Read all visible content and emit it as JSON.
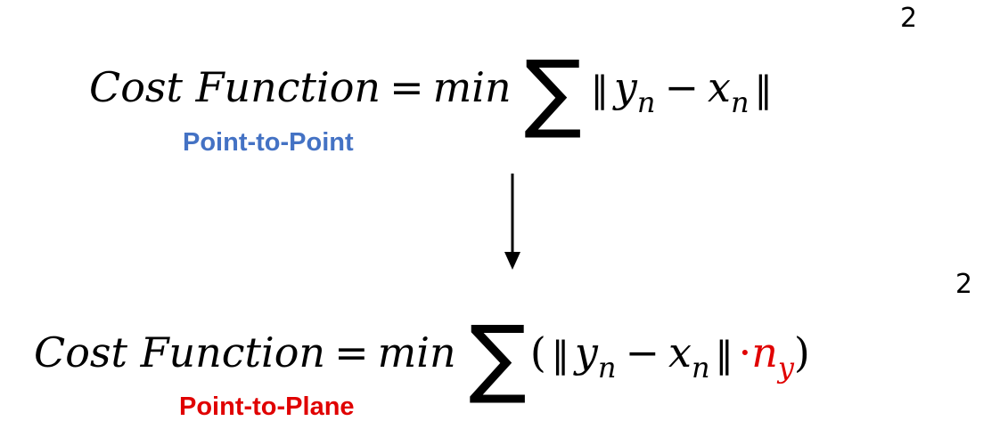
{
  "equation_top": {
    "lhs_1": "Cost",
    "lhs_2": "Function",
    "equals": "=",
    "min": "min",
    "sigma": "∑",
    "norm_open": "‖",
    "y": "y",
    "y_sub": "n",
    "minus": "−",
    "x": "x",
    "x_sub": "n",
    "norm_close": "‖",
    "exponent": "2"
  },
  "equation_bottom": {
    "lhs_1": "Cost",
    "lhs_2": "Function",
    "equals": "=",
    "min": "min",
    "sigma": "∑",
    "paren_open": "(",
    "norm_open": "‖",
    "y": "y",
    "y_sub": "n",
    "minus": "−",
    "x": "x",
    "x_sub": "n",
    "norm_close": "‖",
    "dot": "·",
    "n": "n",
    "n_sub": "y",
    "paren_close": ")",
    "exponent": "2"
  },
  "labels": {
    "point_to_point": "Point-to-Point",
    "point_to_plane": "Point-to-Plane"
  },
  "colors": {
    "point_to_point": "#4472c4",
    "point_to_plane": "#e00000",
    "normal_term": "#e00000",
    "text": "#000000"
  }
}
